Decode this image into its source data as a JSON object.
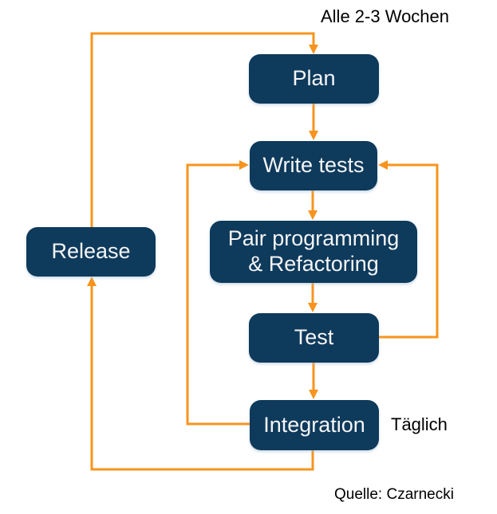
{
  "annotations": {
    "cycle_label": "Alle 2-3 Wochen",
    "daily_label": "Täglich",
    "source_label": "Quelle: Czarnecki"
  },
  "nodes": {
    "plan": {
      "label": "Plan"
    },
    "write_tests": {
      "label": "Write tests"
    },
    "pair_programming": {
      "label": "Pair programming\n& Refactoring"
    },
    "test": {
      "label": "Test"
    },
    "integration": {
      "label": "Integration"
    },
    "release": {
      "label": "Release"
    }
  },
  "edges": [
    {
      "from": "release",
      "to": "plan",
      "note": "Alle 2-3 Wochen"
    },
    {
      "from": "plan",
      "to": "write_tests"
    },
    {
      "from": "write_tests",
      "to": "pair_programming"
    },
    {
      "from": "pair_programming",
      "to": "test"
    },
    {
      "from": "test",
      "to": "integration"
    },
    {
      "from": "test",
      "to": "write_tests"
    },
    {
      "from": "integration",
      "to": "write_tests"
    },
    {
      "from": "integration",
      "to": "release",
      "note": "Täglich"
    }
  ],
  "colors": {
    "node_fill": "#0e3a5c",
    "node_text": "#f5f5f5",
    "arrow": "#f7941d",
    "label_text": "#000000",
    "background": "#ffffff"
  }
}
